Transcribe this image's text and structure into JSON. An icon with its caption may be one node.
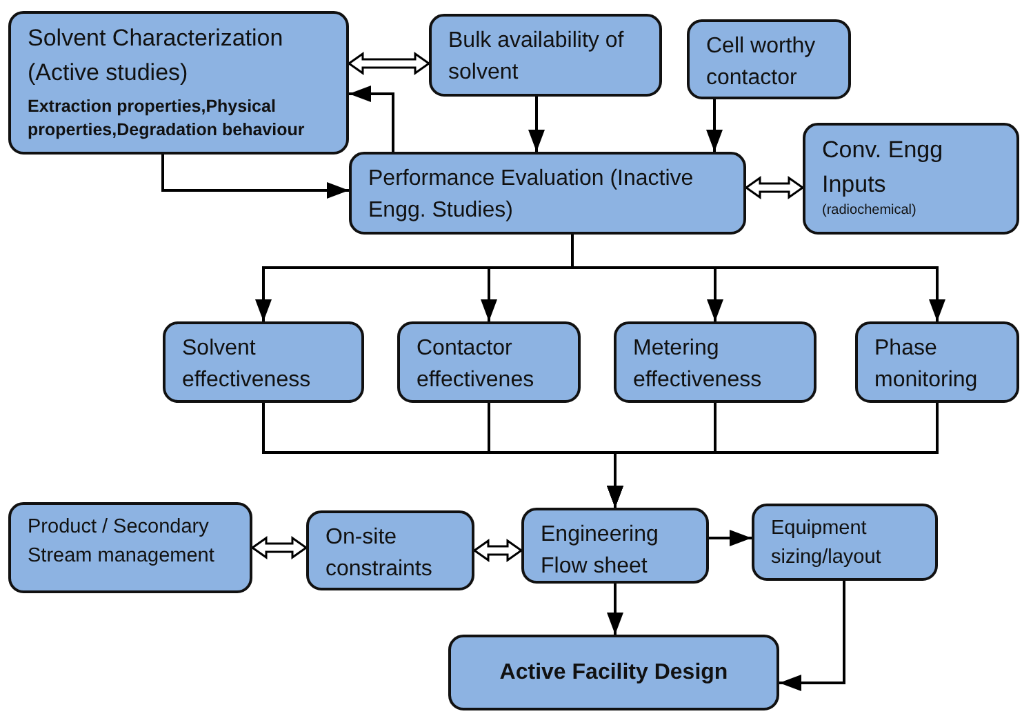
{
  "diagram": {
    "nodes": [
      {
        "text": [
          "Solvent Characterization (Active studies)",
          "Extraction properties,Physical properties,Degradation behaviour"
        ]
      },
      {
        "text": [
          "Bulk availability of solvent"
        ]
      },
      {
        "text": [
          "Cell worthy contactor"
        ]
      },
      {
        "text": [
          "Performance Evaluation (Inactive Engg. Studies)"
        ]
      },
      {
        "text": [
          "Conv. Engg Inputs",
          "(radiochemical)"
        ]
      },
      {
        "text": [
          "Solvent effectiveness"
        ]
      },
      {
        "text": [
          "Contactor effectivenes"
        ]
      },
      {
        "text": [
          "Metering effectiveness"
        ]
      },
      {
        "text": [
          "Phase monitoring"
        ]
      },
      {
        "text": [
          "Product / Secondary Stream management"
        ]
      },
      {
        "text": [
          "On-site constraints"
        ]
      },
      {
        "text": [
          "Engineering Flow sheet"
        ]
      },
      {
        "text": [
          "Equipment sizing/layout"
        ]
      },
      {
        "text": [
          "Active Facility Design"
        ]
      }
    ],
    "edges": [
      {
        "from": 0,
        "to": 1,
        "arrow": "both",
        "style": "thick"
      },
      {
        "from": 3,
        "to": 0,
        "arrow": "to"
      },
      {
        "from": 0,
        "to": 3,
        "arrow": "to"
      },
      {
        "from": 1,
        "to": 3,
        "arrow": "to"
      },
      {
        "from": 2,
        "to": 3,
        "arrow": "to"
      },
      {
        "from": 3,
        "to": 4,
        "arrow": "both",
        "style": "thick"
      },
      {
        "from": 3,
        "to": 5,
        "arrow": "to"
      },
      {
        "from": 3,
        "to": 6,
        "arrow": "to"
      },
      {
        "from": 3,
        "to": 7,
        "arrow": "to"
      },
      {
        "from": 3,
        "to": 8,
        "arrow": "to"
      },
      {
        "from": 5,
        "to": 11,
        "arrow": "to"
      },
      {
        "from": 6,
        "to": 11,
        "arrow": "to"
      },
      {
        "from": 7,
        "to": 11,
        "arrow": "to"
      },
      {
        "from": 8,
        "to": 11,
        "arrow": "to"
      },
      {
        "from": 9,
        "to": 10,
        "arrow": "both",
        "style": "thick"
      },
      {
        "from": 10,
        "to": 11,
        "arrow": "both",
        "style": "thick"
      },
      {
        "from": 11,
        "to": 12,
        "arrow": "to"
      },
      {
        "from": 11,
        "to": 13,
        "arrow": "to"
      },
      {
        "from": 12,
        "to": 13,
        "arrow": "to"
      }
    ]
  }
}
